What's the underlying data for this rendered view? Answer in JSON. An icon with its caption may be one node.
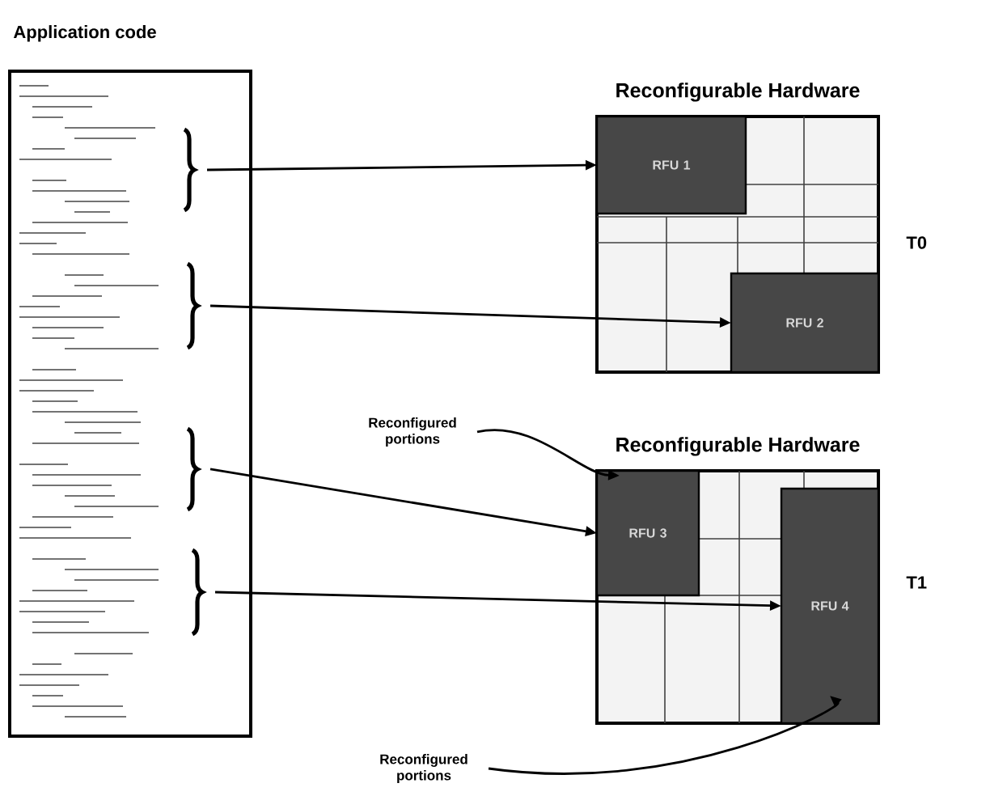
{
  "diagram": {
    "nodes": [
      {
        "text": [
          "Application code"
        ]
      },
      {
        "text": [],
        "shape": "brace",
        "in": 0
      },
      {
        "text": [],
        "shape": "brace",
        "in": 0
      },
      {
        "text": [],
        "shape": "brace",
        "in": 0
      },
      {
        "text": [],
        "shape": "brace",
        "in": 0
      },
      {
        "text": [
          "Reconfigurable Hardware"
        ],
        "beside": [
          "T0"
        ]
      },
      {
        "text": [
          "RFU 1"
        ],
        "in": 5
      },
      {
        "text": [
          "RFU 2"
        ],
        "in": 5
      },
      {
        "text": [
          "Reconfigurable Hardware"
        ],
        "beside": [
          "T1"
        ]
      },
      {
        "text": [
          "RFU 3"
        ],
        "in": 8
      },
      {
        "text": [
          "RFU 4"
        ],
        "in": 8
      },
      {
        "text": [
          "Reconfigured portions"
        ]
      },
      {
        "text": [
          "Reconfigured portions"
        ]
      }
    ],
    "edges": [
      {
        "from": 1,
        "to": 6,
        "arrow": "to"
      },
      {
        "from": 2,
        "to": 7,
        "arrow": "to"
      },
      {
        "from": 3,
        "to": 9,
        "arrow": "to"
      },
      {
        "from": 4,
        "to": 10,
        "arrow": "to"
      },
      {
        "from": 11,
        "to": 9,
        "arrow": "to"
      },
      {
        "from": 12,
        "to": 10,
        "arrow": "to"
      }
    ]
  }
}
